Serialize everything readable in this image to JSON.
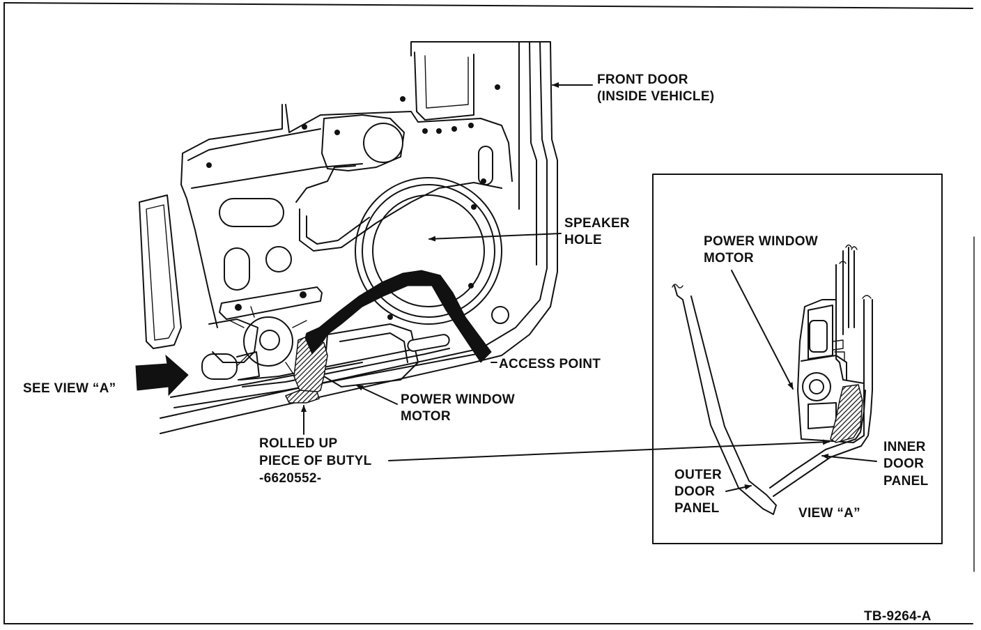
{
  "labels": {
    "front_door_1": "FRONT DOOR",
    "front_door_2": "(INSIDE VEHICLE)",
    "speaker_1": "SPEAKER",
    "speaker_2": "HOLE",
    "access_point": "ACCESS POINT",
    "see_view": "SEE VIEW “A”",
    "pwm_main_1": "POWER WINDOW",
    "pwm_main_2": "MOTOR",
    "butyl_1": "ROLLED UP",
    "butyl_2": "PIECE OF BUTYL",
    "butyl_3": "-6620552-",
    "pwm_inset_1": "POWER WINDOW",
    "pwm_inset_2": "MOTOR",
    "inner_1": "INNER",
    "inner_2": "DOOR",
    "inner_3": "PANEL",
    "outer_1": "OUTER",
    "outer_2": "DOOR",
    "outer_3": "PANEL",
    "view_a": "VIEW “A”",
    "figure_id": "TB-9264-A"
  }
}
